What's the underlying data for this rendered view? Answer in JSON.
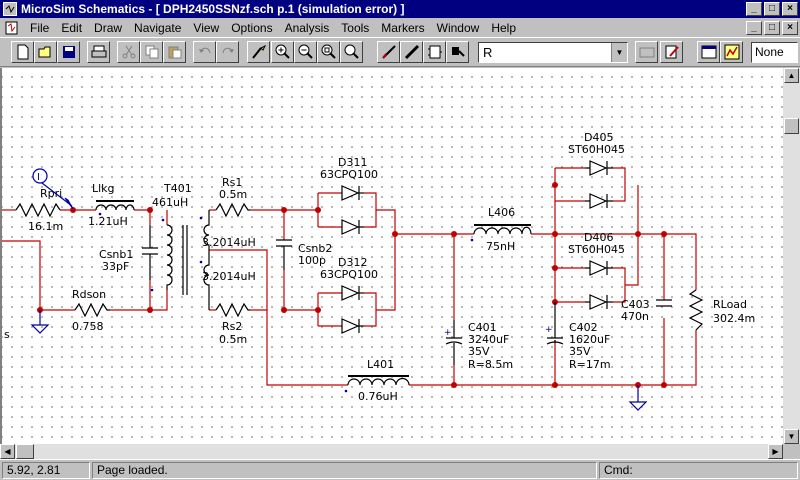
{
  "window": {
    "title": "MicroSim Schematics - [ DPH2450SSNzf.sch  p.1 (simulation error) ]",
    "controls": [
      "_",
      "□",
      "×"
    ]
  },
  "menu": {
    "items": [
      "File",
      "Edit",
      "Draw",
      "Navigate",
      "View",
      "Options",
      "Analysis",
      "Tools",
      "Markers",
      "Window",
      "Help"
    ]
  },
  "toolbar": {
    "part_combo_value": "R",
    "selector_value": "None"
  },
  "schematic": {
    "labels": {
      "rpri_name": "Rpri",
      "rpri_value": "16.1m",
      "llkg_name": "Llkg",
      "llkg_value": "1.21uH",
      "t401_name": "T401",
      "t401_value": "461uH",
      "t401_sec1": "3.2014uH",
      "t401_sec2": "3.2014uH",
      "csnb1_name": "Csnb1",
      "csnb1_value": "33pF",
      "rdson_name": "Rdson",
      "rdson_value": "0.758",
      "rs1_name": "Rs1",
      "rs1_value": "0.5m",
      "rs2_name": "Rs2",
      "rs2_value": "0.5m",
      "csnb2_name": "Csnb2",
      "csnb2_value": "100p",
      "d311_name": "D311",
      "d311_value": "63CPQ100",
      "d312_name": "D312",
      "d312_value": "63CPQ100",
      "l406_name": "L406",
      "l406_value": "75nH",
      "l401_name": "L401",
      "l401_value": "0.76uH",
      "d405_name": "D405",
      "d405_value": "ST60H045",
      "d406_name": "D406",
      "d406_value": "ST60H045",
      "c401_name": "C401",
      "c401_value": "3240uF",
      "c401_volt": "35V",
      "c401_esr": "R=8.5m",
      "c402_name": "C402",
      "c402_value": "1620uF",
      "c402_volt": "35V",
      "c402_esr": "R=17m",
      "c403_name": "C403",
      "c403_value": "470n",
      "rload_name": "RLoad",
      "rload_value": "302.4m",
      "probe_letter": "I",
      "offscreen_fragment": "s"
    }
  },
  "status": {
    "coords": "5.92,  2.81",
    "message": "Page loaded.",
    "cmd_label": "Cmd:"
  },
  "colors": {
    "wire": "#c00000",
    "component": "#000000",
    "pin": "#0000a0",
    "title_bar": "#000080"
  }
}
